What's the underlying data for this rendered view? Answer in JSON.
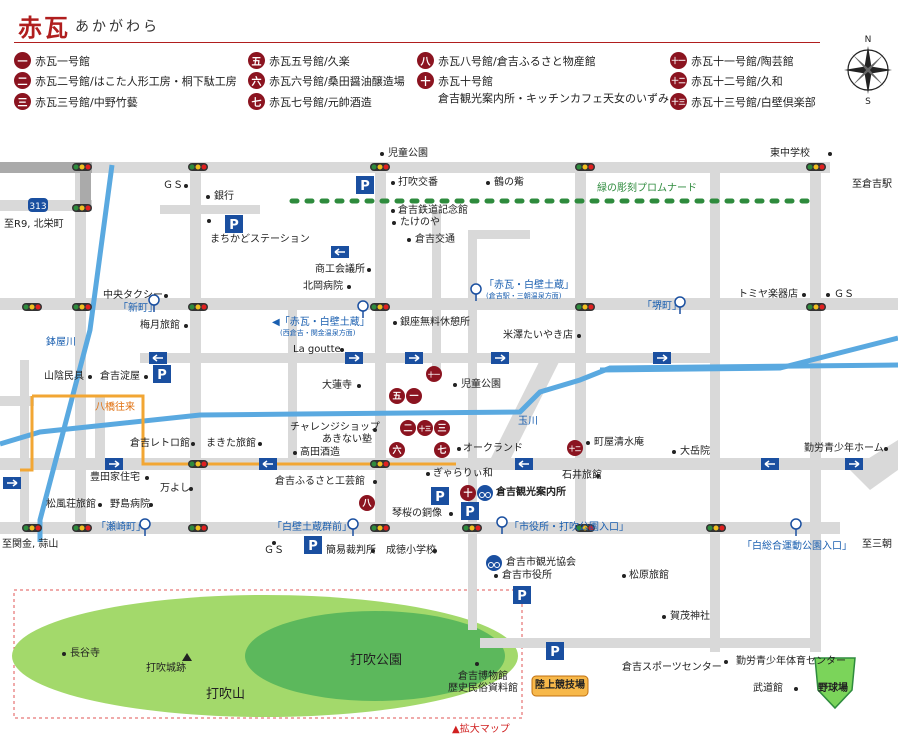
{
  "header": {
    "title": "赤瓦",
    "reading": "あかがわら"
  },
  "legend": [
    {
      "mark": "一",
      "text": "赤瓦一号館"
    },
    {
      "mark": "二",
      "text": "赤瓦二号館/はこた人形工房・桐下駄工房"
    },
    {
      "mark": "三",
      "text": "赤瓦三号館/中野竹藝"
    },
    {
      "mark": "五",
      "text": "赤瓦五号館/久楽"
    },
    {
      "mark": "六",
      "text": "赤瓦六号館/桑田醤油醸造場"
    },
    {
      "mark": "七",
      "text": "赤瓦七号館/元帥酒造"
    },
    {
      "mark": "八",
      "text": "赤瓦八号館/倉吉ふるさと物産館"
    },
    {
      "mark": "十",
      "text": "赤瓦十号館",
      "sub": "倉吉観光案内所・キッチンカフェ天女のいずみ"
    },
    {
      "mark": "十一",
      "text": "赤瓦十一号館/陶芸館"
    },
    {
      "mark": "十二",
      "text": "赤瓦十二号館/久和"
    },
    {
      "mark": "十三",
      "text": "赤瓦十三号館/白壁倶楽部"
    }
  ],
  "compass": {
    "n": "N",
    "s": "S"
  },
  "route": {
    "number": "313"
  },
  "labels": [
    {
      "t": "児童公園",
      "c": ""
    },
    {
      "t": "東中学校",
      "c": ""
    },
    {
      "t": "ＧＳ",
      "c": ""
    },
    {
      "t": "銀行",
      "c": ""
    },
    {
      "t": "打吹交番",
      "c": ""
    },
    {
      "t": "鶴の觜",
      "c": ""
    },
    {
      "t": "至倉吉駅",
      "c": ""
    },
    {
      "t": "緑の彫刻プロムナード",
      "c": "green"
    },
    {
      "t": "倉吉鉄道記念館",
      "c": ""
    },
    {
      "t": "たけのや",
      "c": ""
    },
    {
      "t": "至R9, 北栄町",
      "c": ""
    },
    {
      "t": "まちかどステーション",
      "c": ""
    },
    {
      "t": "倉吉交通",
      "c": ""
    },
    {
      "t": "商工会議所",
      "c": ""
    },
    {
      "t": "北岡病院",
      "c": ""
    },
    {
      "t": "「赤瓦・白壁土蔵」",
      "c": "blue"
    },
    {
      "t": "(倉吉駅・三朝温泉方面)",
      "c": "blue"
    },
    {
      "t": "中央タクシー",
      "c": ""
    },
    {
      "t": "トミヤ楽器店",
      "c": ""
    },
    {
      "t": "ＧＳ",
      "c": ""
    },
    {
      "t": "「新町」",
      "c": "blue"
    },
    {
      "t": "梅月旅館",
      "c": ""
    },
    {
      "t": "◀「赤瓦・白壁土蔵」",
      "c": "blue"
    },
    {
      "t": "(西倉吉・関金温泉方面)",
      "c": "blue"
    },
    {
      "t": "銀座無料休憩所",
      "c": ""
    },
    {
      "t": "「堺町」",
      "c": "blue"
    },
    {
      "t": "米澤たいやき店",
      "c": ""
    },
    {
      "t": "鉢屋川",
      "c": "blue"
    },
    {
      "t": "La goutte",
      "c": ""
    },
    {
      "t": "山陰民具",
      "c": ""
    },
    {
      "t": "倉吉淀屋",
      "c": ""
    },
    {
      "t": "大蓮寺",
      "c": ""
    },
    {
      "t": "児童公園",
      "c": ""
    },
    {
      "t": "八橋往来",
      "c": "orange"
    },
    {
      "t": "玉川",
      "c": "blue"
    },
    {
      "t": "チャレンジショップ",
      "c": ""
    },
    {
      "t": "あきない塾",
      "c": ""
    },
    {
      "t": "倉吉レトロ館",
      "c": ""
    },
    {
      "t": "まきた旅館",
      "c": ""
    },
    {
      "t": "オークランド",
      "c": ""
    },
    {
      "t": "町屋清水庵",
      "c": ""
    },
    {
      "t": "大岳院",
      "c": ""
    },
    {
      "t": "勤労青少年ホーム",
      "c": ""
    },
    {
      "t": "豊田家住宅",
      "c": ""
    },
    {
      "t": "高田酒造",
      "c": ""
    },
    {
      "t": "ぎゃらりぃ和",
      "c": ""
    },
    {
      "t": "石井旅館",
      "c": ""
    },
    {
      "t": "倉吉ふるさと工芸館",
      "c": ""
    },
    {
      "t": "倉吉観光案内所",
      "c": ""
    },
    {
      "t": "万よし",
      "c": ""
    },
    {
      "t": "松風荘旅館",
      "c": ""
    },
    {
      "t": "野島病院",
      "c": ""
    },
    {
      "t": "琴桜の銅像",
      "c": ""
    },
    {
      "t": "「瀬崎町」",
      "c": "blue"
    },
    {
      "t": "「白壁土蔵群前」",
      "c": "blue"
    },
    {
      "t": "「市役所・打吹公園入口」",
      "c": "blue"
    },
    {
      "t": "至関金, 蒜山",
      "c": ""
    },
    {
      "t": "ＧＳ",
      "c": ""
    },
    {
      "t": "簡易裁判所",
      "c": ""
    },
    {
      "t": "成徳小学校",
      "c": ""
    },
    {
      "t": "「白総合運動公園入口」",
      "c": "blue"
    },
    {
      "t": "至三朝",
      "c": ""
    },
    {
      "t": "倉吉市観光協会",
      "c": ""
    },
    {
      "t": "倉吉市役所",
      "c": ""
    },
    {
      "t": "松原旅館",
      "c": ""
    },
    {
      "t": "賀茂神社",
      "c": ""
    },
    {
      "t": "長谷寺",
      "c": ""
    },
    {
      "t": "打吹城跡",
      "c": ""
    },
    {
      "t": "打吹公園",
      "c": "big"
    },
    {
      "t": "倉吉博物館",
      "c": ""
    },
    {
      "t": "歴史民俗資料館",
      "c": ""
    },
    {
      "t": "倉吉スポーツセンター",
      "c": ""
    },
    {
      "t": "勤労青少年体育センター",
      "c": ""
    },
    {
      "t": "打吹山",
      "c": "big"
    },
    {
      "t": "陸上競技場",
      "c": ""
    },
    {
      "t": "武道館",
      "c": ""
    },
    {
      "t": "野球場",
      "c": ""
    },
    {
      "t": "▲拡大マップ",
      "c": "red"
    }
  ]
}
